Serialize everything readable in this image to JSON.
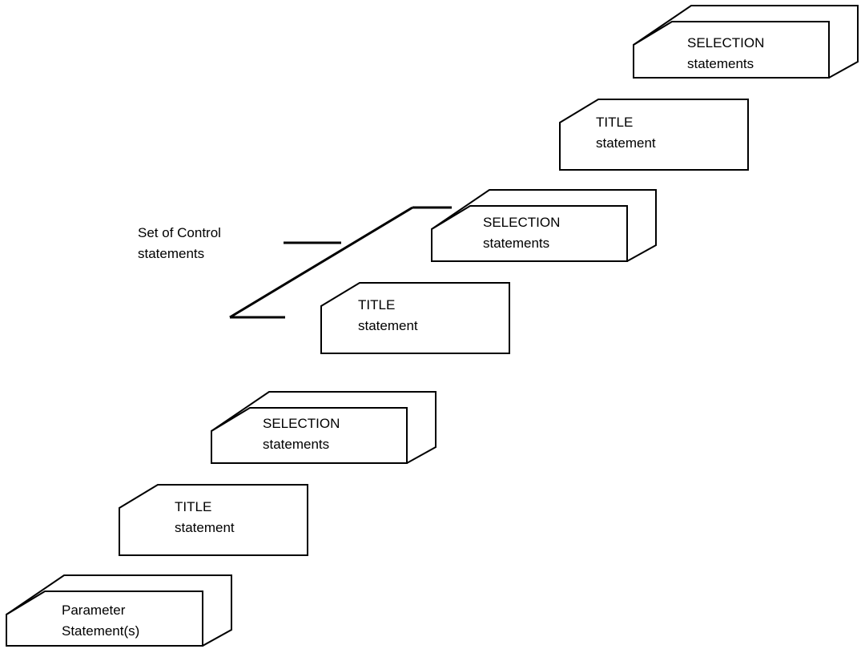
{
  "annotation": {
    "line1": "Set of Control",
    "line2": "statements"
  },
  "cards": [
    {
      "id": "parameter",
      "kind": "block3d",
      "line1": "Parameter",
      "line2": "Statement(s)"
    },
    {
      "id": "title-1",
      "kind": "flat",
      "line1": "TITLE",
      "line2": "statement"
    },
    {
      "id": "selection-1",
      "kind": "block3d",
      "line1": "SELECTION",
      "line2": "statements"
    },
    {
      "id": "title-2",
      "kind": "flat",
      "line1": "TITLE",
      "line2": "statement"
    },
    {
      "id": "selection-2",
      "kind": "block3d",
      "line1": "SELECTION",
      "line2": "statements"
    },
    {
      "id": "title-3",
      "kind": "flat",
      "line1": "TITLE",
      "line2": "statement"
    },
    {
      "id": "selection-3",
      "kind": "block3d",
      "line1": "SELECTION",
      "line2": "statements"
    }
  ],
  "colors": {
    "stroke": "#000000",
    "background": "#ffffff"
  }
}
